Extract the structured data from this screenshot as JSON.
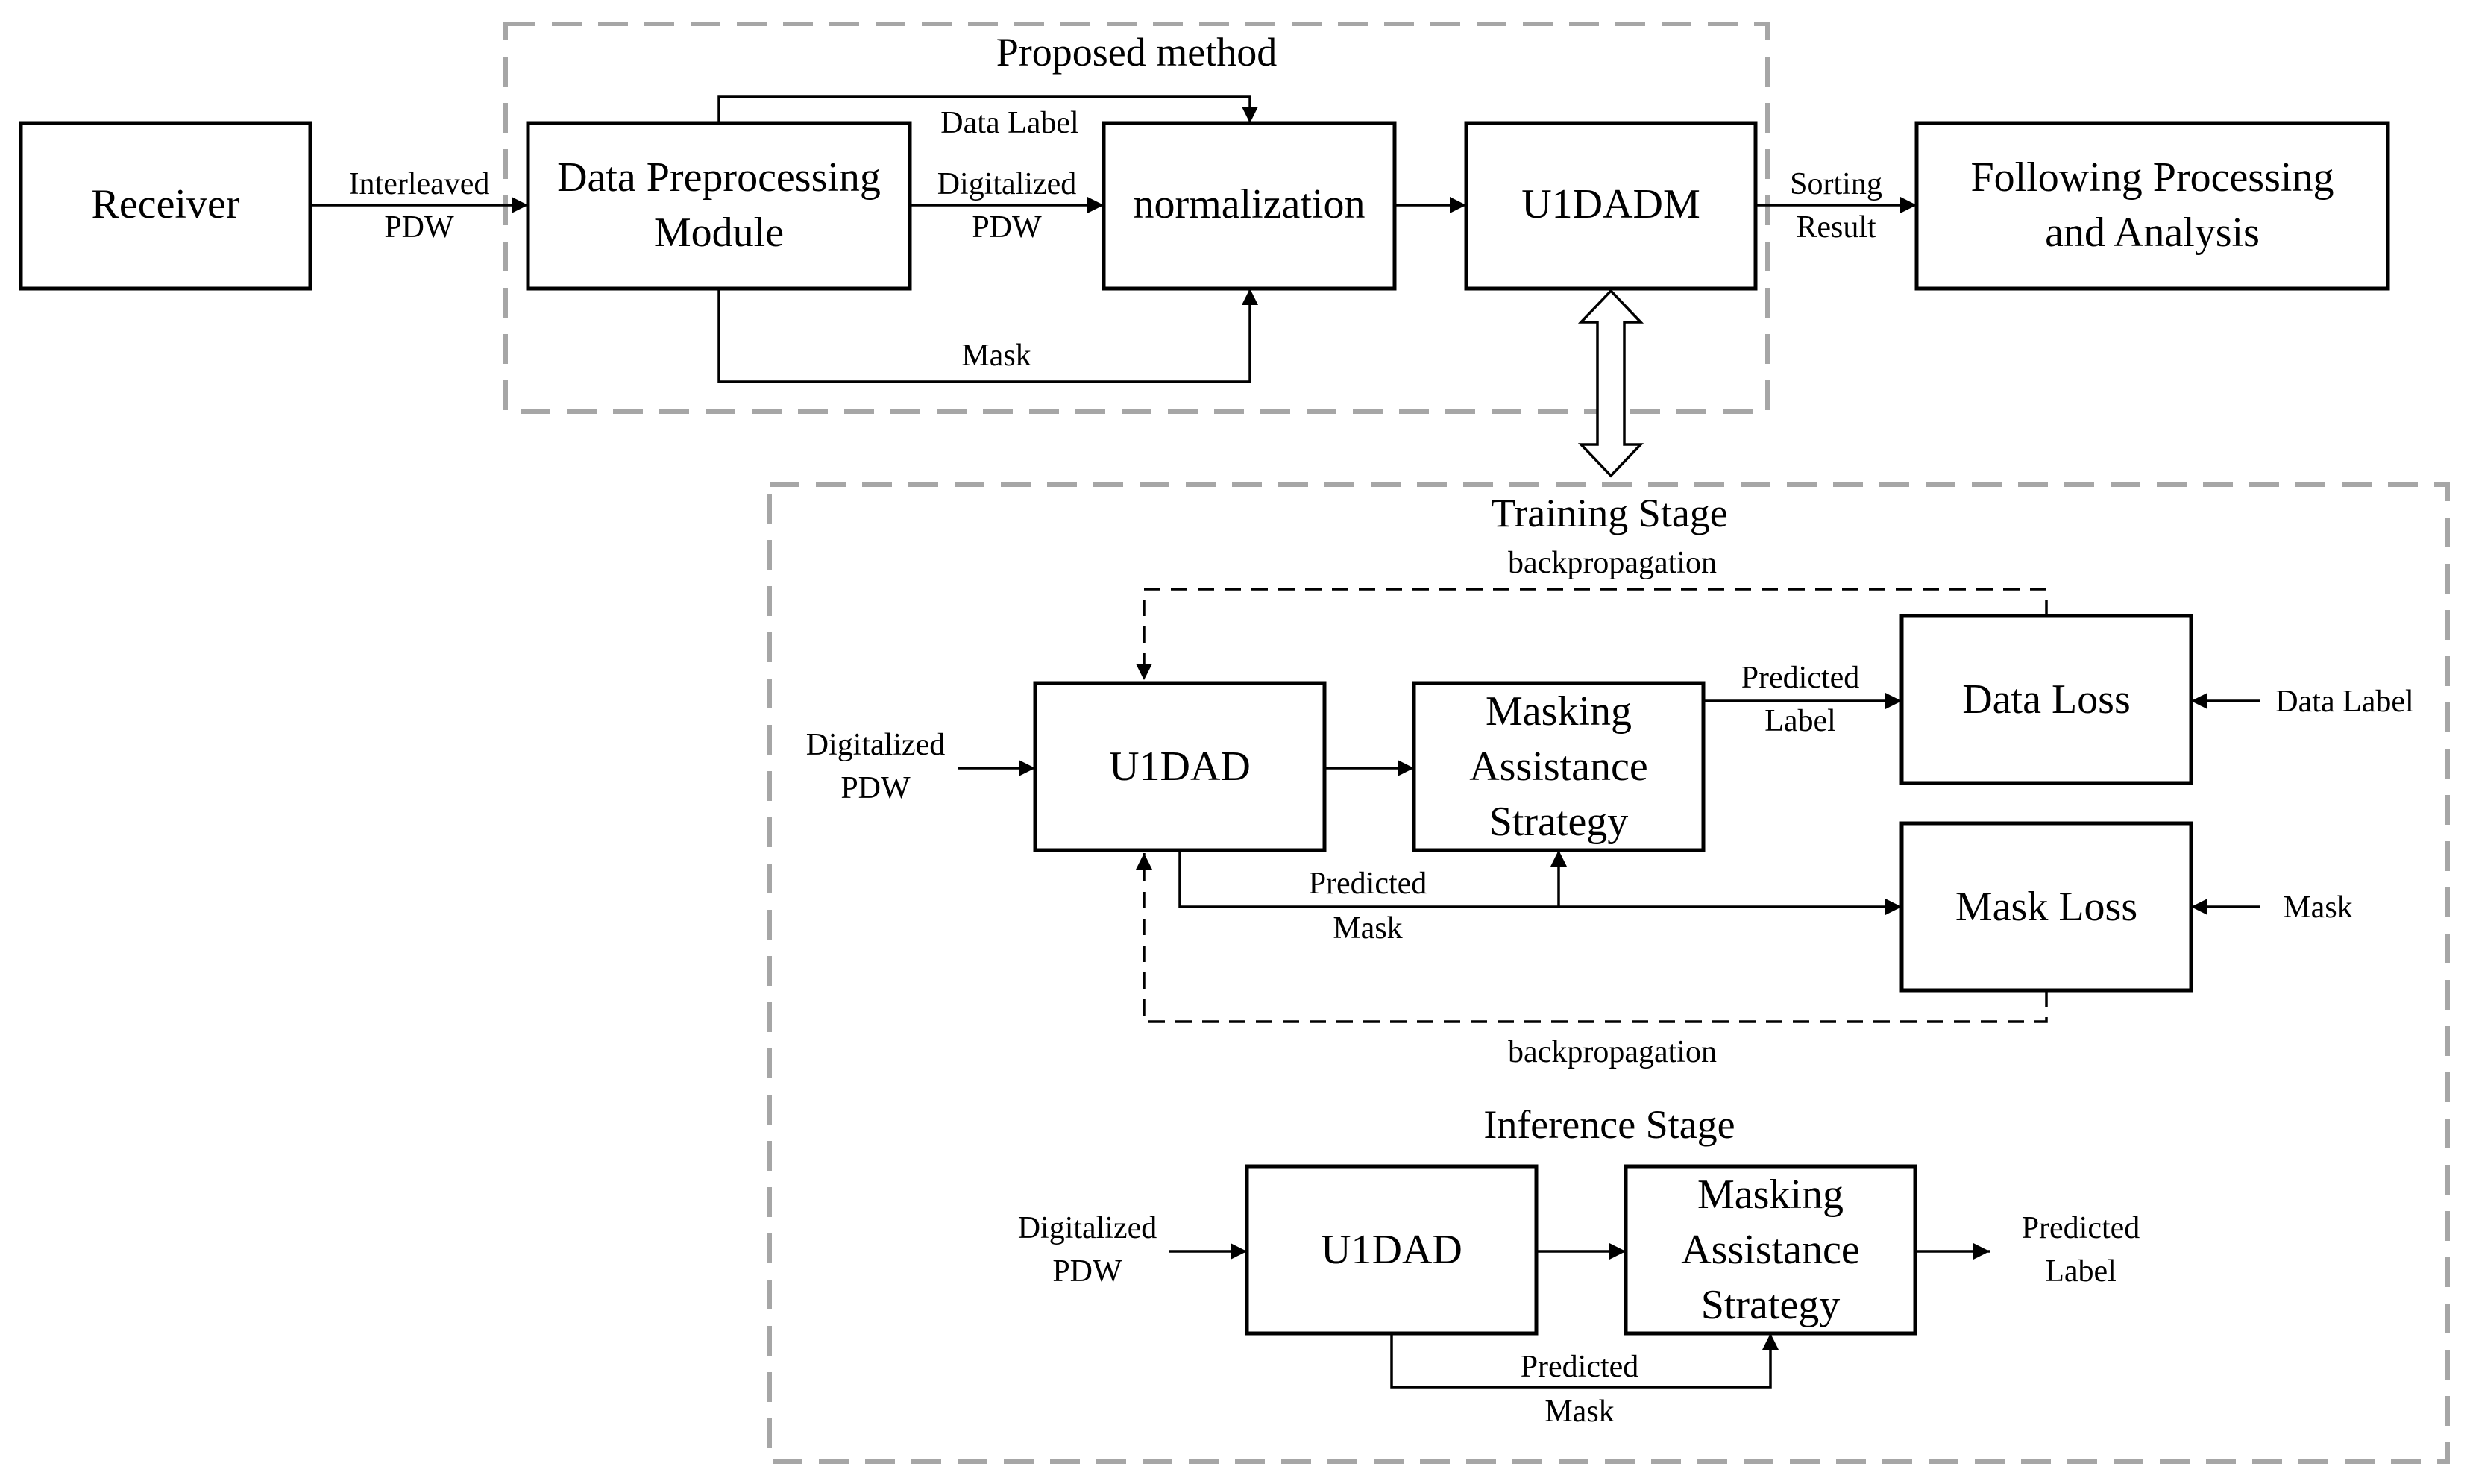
{
  "top": {
    "group_title": "Proposed method",
    "receiver": "Receiver",
    "interleaved": [
      "Interleaved",
      "PDW"
    ],
    "dpm": [
      "Data Preprocessing",
      "Module"
    ],
    "data_label": "Data Label",
    "digitalized": [
      "Digitalized",
      "PDW"
    ],
    "normalization": "normalization",
    "mask": "Mask",
    "u1dadm": "U1DADM",
    "sorting": [
      "Sorting",
      "Result"
    ],
    "following": [
      "Following Processing",
      "and Analysis"
    ]
  },
  "training": {
    "title": "Training Stage",
    "backprop_top": "backpropagation",
    "backprop_bottom": "backpropagation",
    "input": [
      "Digitalized",
      "PDW"
    ],
    "u1dad": "U1DAD",
    "mas": [
      "Masking",
      "Assistance",
      "Strategy"
    ],
    "predicted_label": [
      "Predicted",
      "Label"
    ],
    "data_loss": "Data Loss",
    "data_label_in": "Data Label",
    "predicted_mask": [
      "Predicted",
      "Mask"
    ],
    "mask_loss": "Mask Loss",
    "mask_in": "Mask"
  },
  "inference": {
    "title": "Inference Stage",
    "input": [
      "Digitalized",
      "PDW"
    ],
    "u1dad": "U1DAD",
    "mas": [
      "Masking",
      "Assistance",
      "Strategy"
    ],
    "output": [
      "Predicted",
      "Label"
    ],
    "predicted_mask": [
      "Predicted",
      "Mask"
    ]
  }
}
